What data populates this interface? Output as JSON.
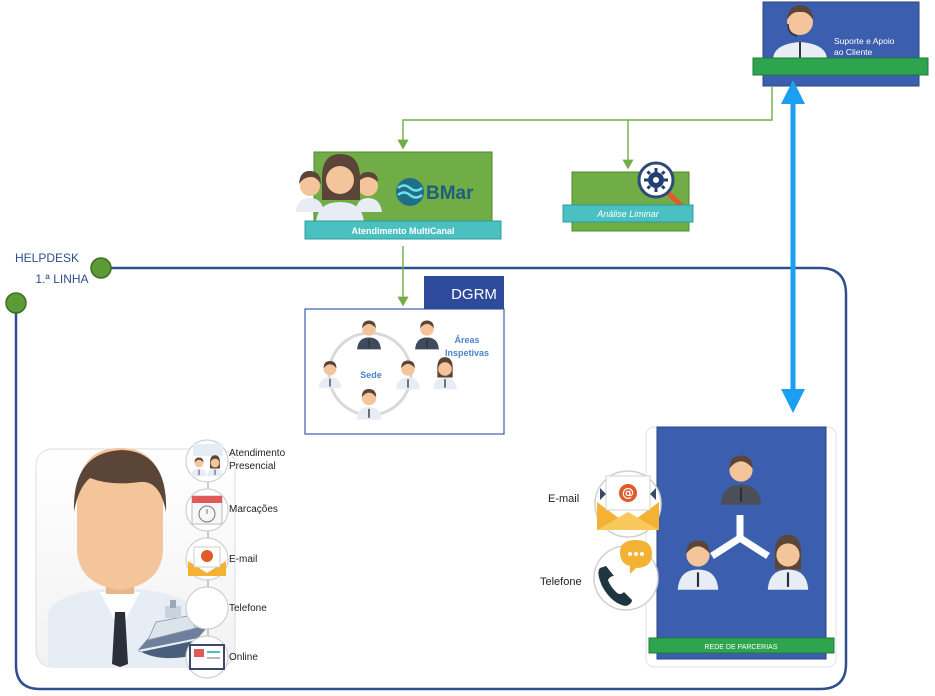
{
  "support": {
    "label_line1": "Suporte e Apoio",
    "label_line2": "ao Cliente"
  },
  "multicanal": {
    "brand": "BMar",
    "label": "Atendimento MultiCanal"
  },
  "analise": {
    "label": "Análise Liminar"
  },
  "helpdesk": {
    "line1": "HELPDESK",
    "line2": "1.ª LINHA"
  },
  "dgrm": {
    "title": "DGRM",
    "sede": "Sede",
    "areas_line1": "Áreas",
    "areas_line2": "Inspetivas"
  },
  "channels": [
    {
      "label_line1": "Atendimento",
      "label_line2": "Presencial",
      "icon": "presencial-icon"
    },
    {
      "label_line1": "Marcações",
      "label_line2": "",
      "icon": "calendar-icon"
    },
    {
      "label_line1": "E-mail",
      "label_line2": "",
      "icon": "email-icon"
    },
    {
      "label_line1": "Telefone",
      "label_line2": "",
      "icon": "phone-icon"
    },
    {
      "label_line1": "Online",
      "label_line2": "",
      "icon": "online-icon"
    }
  ],
  "partners": {
    "email": "E-mail",
    "phone": "Telefone",
    "label": "REDE DE PARCERIAS"
  },
  "colors": {
    "green": "#70ad47",
    "dark_green": "#4e8a2b",
    "teal": "#4bc0c0",
    "navy": "#2f4f8f",
    "blue_arrow": "#1a9ff2",
    "panel_blue": "#3b5fae",
    "skin": "#f4c49a",
    "hair": "#5b4538"
  }
}
